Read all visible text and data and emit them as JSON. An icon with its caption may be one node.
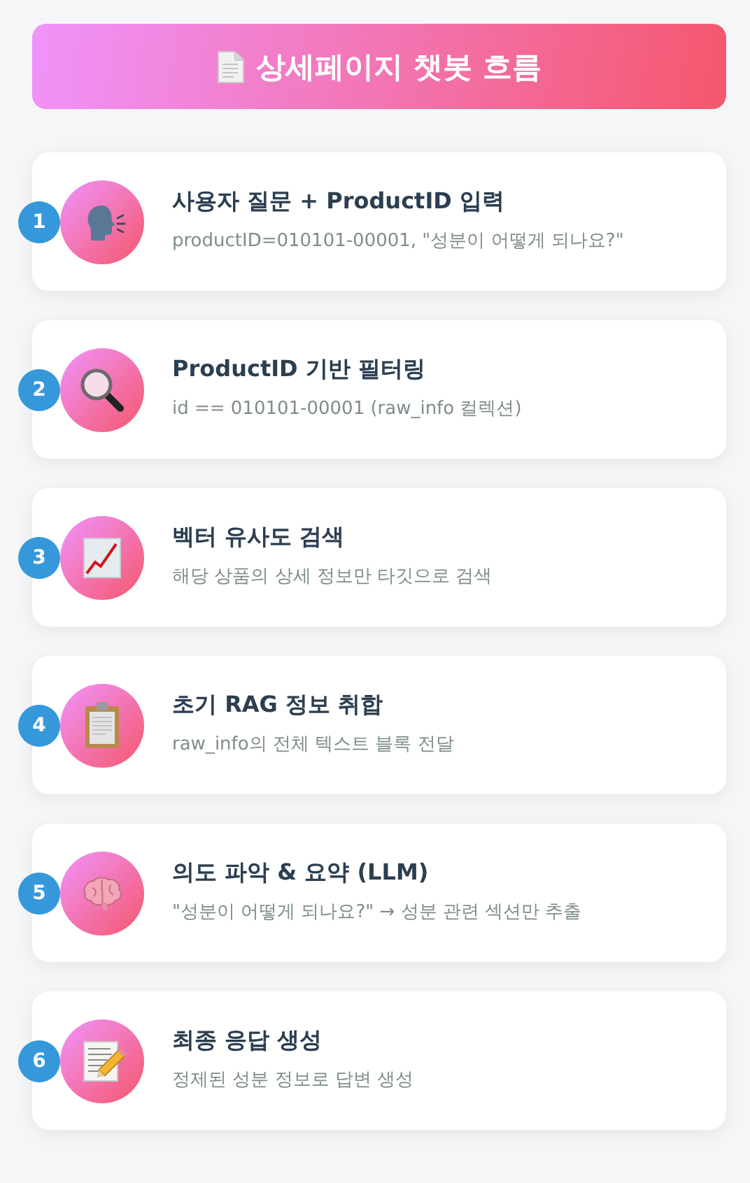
{
  "diagram": {
    "title": "상세페이지 챗봇 흐름",
    "nodes": [
      {
        "text": [
          "사용자 질문 + ProductID 입력",
          "productID=010101-00001, \"성분이 어떻게 되나요?\""
        ]
      },
      {
        "text": [
          "1"
        ]
      },
      {
        "text": [
          "ProductID 기반 필터링",
          "id == 010101-00001 (raw_info 컬렉션)"
        ]
      },
      {
        "text": [
          "2"
        ]
      },
      {
        "text": [
          "벡터 유사도 검색",
          "해당 상품의 상세 정보만 타깃으로 검색"
        ]
      },
      {
        "text": [
          "3"
        ]
      },
      {
        "text": [
          "초기 RAG 정보 취합",
          "raw_info의 전체 텍스트 블록 전달"
        ]
      },
      {
        "text": [
          "4"
        ]
      },
      {
        "text": [
          "의도 파악 & 요약 (LLM)",
          "\"성분이 어떻게 되나요?\" → 성분 관련 섹션만 추출"
        ]
      },
      {
        "text": [
          "5"
        ]
      },
      {
        "text": [
          "최종 응답 생성",
          "정제된 성분 정보로 답변 생성"
        ]
      },
      {
        "text": [
          "6"
        ]
      }
    ]
  }
}
